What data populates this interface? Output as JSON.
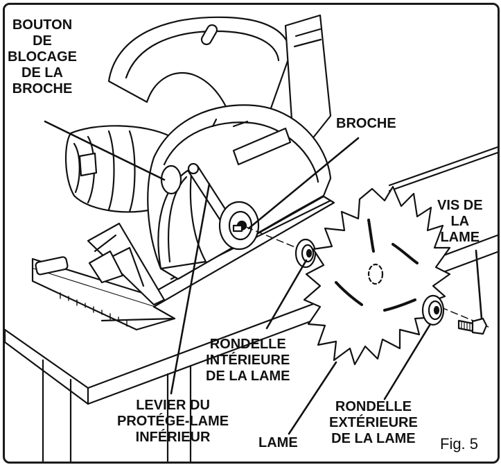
{
  "figure_label": "Fig. 5",
  "labels": {
    "spindle_lock_button": [
      "BOUTON",
      "DE",
      "BLOCAGE",
      "DE LA",
      "BROCHE"
    ],
    "spindle": [
      "BROCHE"
    ],
    "blade_screw": [
      "VIS DE",
      "LA",
      "LAME"
    ],
    "inner_blade_washer": [
      "RONDELLE",
      "INTÉRIEURE",
      "DE LA LAME"
    ],
    "lower_guard_lever": [
      "LEVIER DU",
      "PROTÉGE-LAME",
      "INFÉRIEUR"
    ],
    "blade": [
      "LAME"
    ],
    "outer_blade_washer": [
      "RONDELLE",
      "EXTÉRIEURE",
      "DE LA LAME"
    ]
  }
}
